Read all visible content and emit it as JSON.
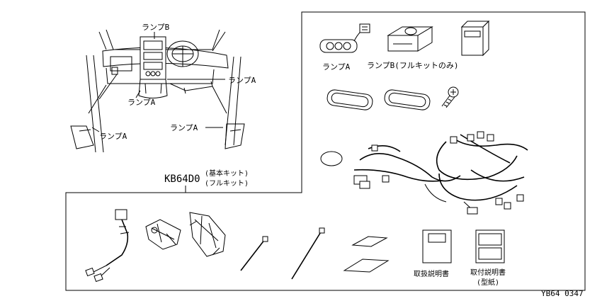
{
  "labels": {
    "lamp_b_top": "ランプB",
    "lamp_a_right": "ランプA",
    "lamp_a_center": "ランプA",
    "lamp_a_left": "ランプA",
    "lamp_a_floor": "ランプA",
    "part_lamp_a": "ランプA",
    "part_lamp_b": "ランプB(フルキットのみ)",
    "kit_code": "KB64D0",
    "kit_basic": "(基本キット)",
    "kit_full": "(フルキット)",
    "manual_handling": "取扱説明書",
    "manual_install_1": "取付説明書",
    "manual_install_2": "(型紙)",
    "figure_code": "YB64 0347"
  },
  "colors": {
    "line": "#000000",
    "background": "#ffffff"
  }
}
